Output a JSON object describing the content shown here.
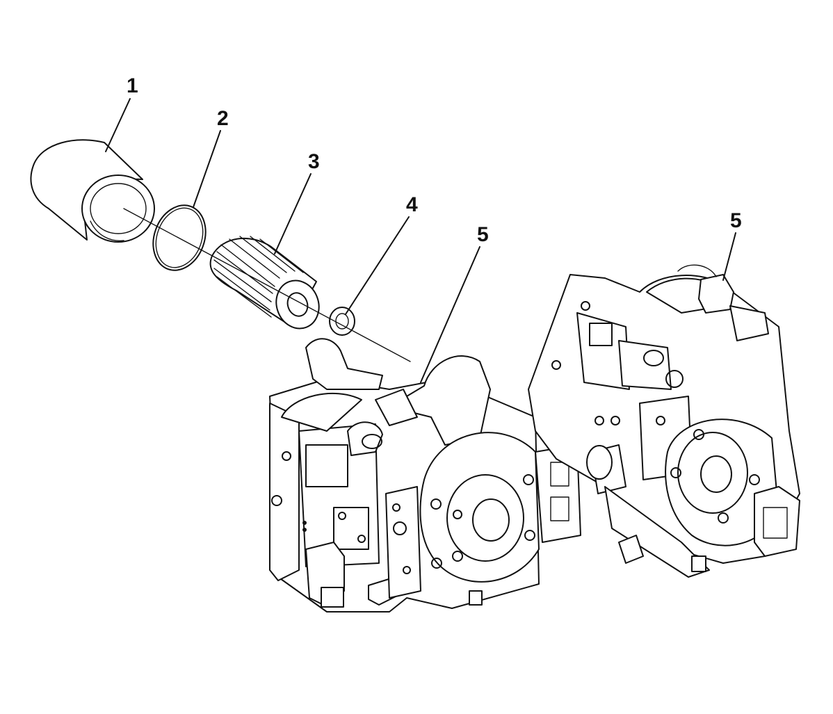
{
  "callouts": [
    {
      "id": "callout-1",
      "label": "1"
    },
    {
      "id": "callout-2",
      "label": "2"
    },
    {
      "id": "callout-3",
      "label": "3"
    },
    {
      "id": "callout-4",
      "label": "4"
    },
    {
      "id": "callout-5a",
      "label": "5"
    },
    {
      "id": "callout-5b",
      "label": "5"
    }
  ],
  "colors": {
    "line": "#111111",
    "background": "#ffffff"
  }
}
